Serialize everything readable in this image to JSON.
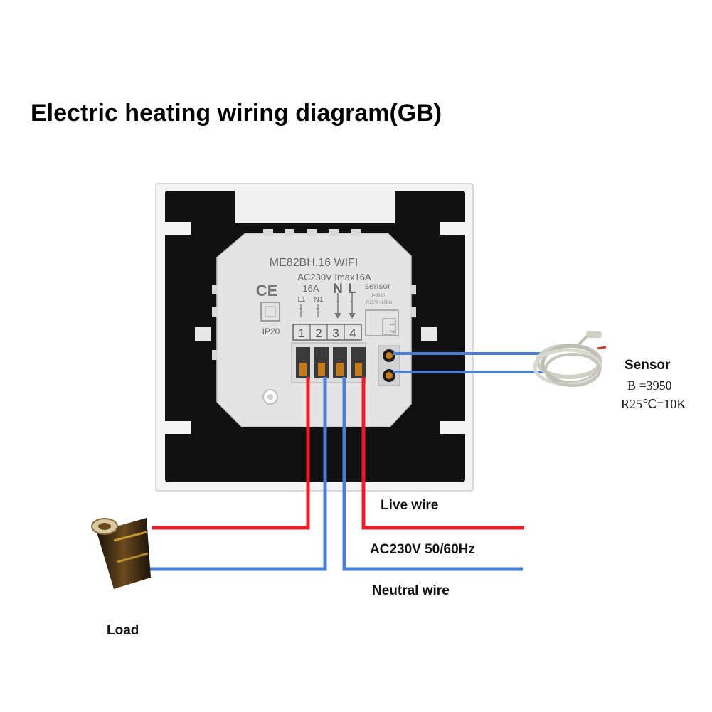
{
  "title": "Electric heating wiring diagram(GB)",
  "device": {
    "model": "ME82BH.16 WIFI",
    "rating": "AC230V Imax16A",
    "ce_mark": "CE",
    "ip_rating": "IP20",
    "current": "16A",
    "term_l1": "L1",
    "term_n1": "N1",
    "letter_n": "N",
    "letter_l": "L",
    "sensor_label": "sensor",
    "sensor_small_1": "β=3950",
    "sensor_small_2": "R25℃=10KΩ",
    "sensor_terms": [
      "1",
      "2"
    ],
    "terminals": [
      "1",
      "2",
      "3",
      "4"
    ],
    "tilde": "~"
  },
  "labels": {
    "sensor": "Sensor",
    "sensor_beta": "B =3950",
    "sensor_r25": "R25℃=10K",
    "live_wire": "Live wire",
    "supply": "AC230V 50/60Hz",
    "neutral_wire": "Neutral wire",
    "load": "Load"
  },
  "colors": {
    "live": "#ee1c25",
    "neutral": "#4a7fd4",
    "panel": "#111111",
    "frame": "#f2f2f2",
    "module": "#e6e6e6"
  }
}
